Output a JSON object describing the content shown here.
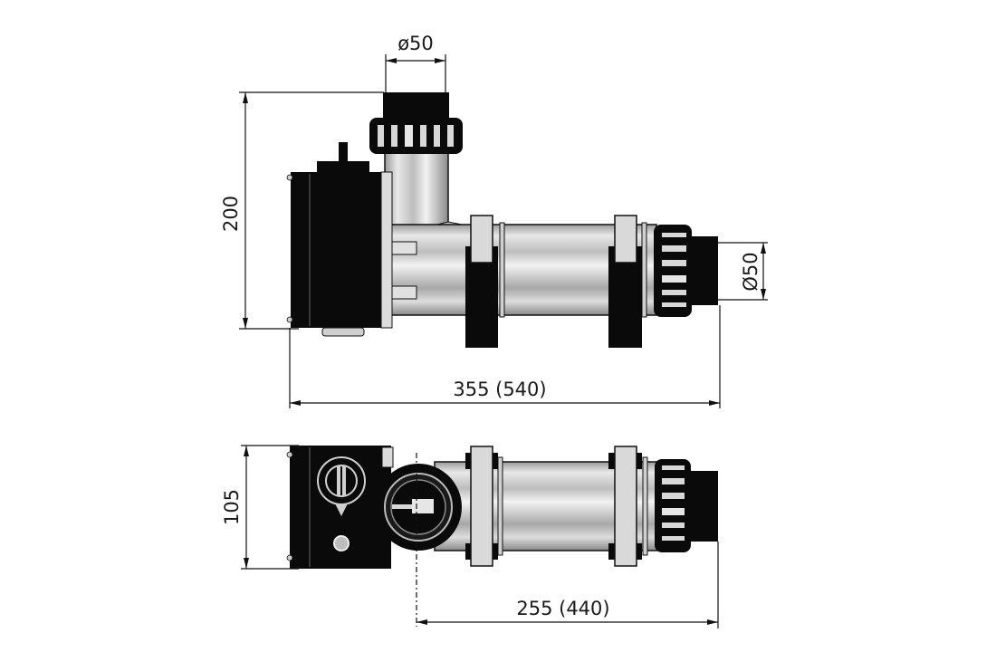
{
  "drawing": {
    "title": "Pool heater dimensional drawing",
    "colors": {
      "background": "#ffffff",
      "line": "#111111",
      "body_black": "#0a0a0a",
      "metal_light": "#e6e6e6",
      "metal_mid": "#b5b5b5",
      "metal_dark": "#8a8a8a",
      "clamp_light": "#d9d9d9"
    },
    "side_view": {
      "dimensions": {
        "inlet_diameter": "ø50",
        "height": "200",
        "outlet_diameter": "Ø50",
        "overall_length": "355 (540)"
      }
    },
    "top_view": {
      "dimensions": {
        "width": "105",
        "outlet_length": "255 (440)"
      }
    }
  }
}
